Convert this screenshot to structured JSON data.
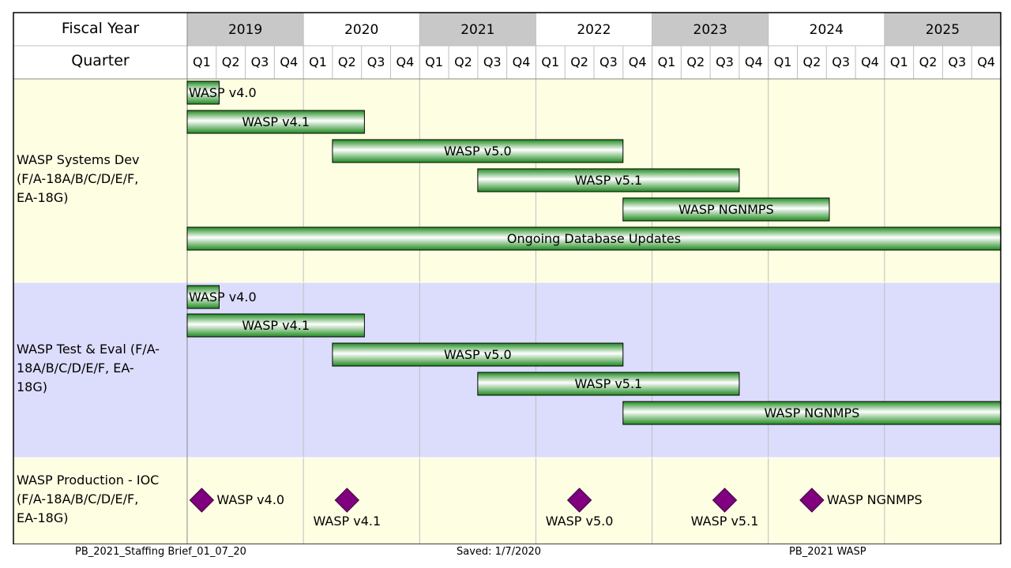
{
  "chart_data": {
    "type": "gantt",
    "header": {
      "fiscal_year_label": "Fiscal Year",
      "quarter_label": "Quarter",
      "years": [
        "2019",
        "2020",
        "2021",
        "2022",
        "2023",
        "2024",
        "2025"
      ],
      "quarters": [
        "Q1",
        "Q2",
        "Q3",
        "Q4"
      ]
    },
    "colors": {
      "year_band": "#c8c8c8",
      "section_yellow": "#fefee2",
      "section_lavender": "#dcdcfc",
      "bar_dark": "#1f8a1f",
      "bar_light": "#ffffff",
      "milestone": "#800080",
      "grid": "#bfbfbf",
      "border": "#000000"
    },
    "sections": [
      {
        "label_lines": [
          "WASP Systems Dev",
          "(F/A-18A/B/C/D/E/F,",
          "EA-18G)"
        ],
        "bars": [
          {
            "label": "WASP v4.0",
            "start": "2019 Q1",
            "end": "2019 Q2 (mid)"
          },
          {
            "label": "WASP v4.1",
            "start": "2019 Q1",
            "end": "2020 Q3 (mid)"
          },
          {
            "label": "WASP v5.0",
            "start": "2020 Q2 (start)",
            "end": "2022 Q3 (end)"
          },
          {
            "label": "WASP v5.1",
            "start": "2021 Q3 (start)",
            "end": "2023 Q4 (start)"
          },
          {
            "label": "WASP NGNMPS",
            "start": "2022 Q4 (start)",
            "end": "2024 Q3 (mid)"
          },
          {
            "label": "Ongoing Database Updates",
            "start": "2019 Q1",
            "end": "2025 Q4 (end)"
          }
        ]
      },
      {
        "label_lines": [
          "WASP Test & Eval (F/A-",
          "18A/B/C/D/E/F, EA-",
          "18G)"
        ],
        "bars": [
          {
            "label": "WASP v4.0",
            "start": "2019 Q1",
            "end": "2019 Q2 (mid)"
          },
          {
            "label": "WASP v4.1",
            "start": "2019 Q1",
            "end": "2020 Q3 (mid)"
          },
          {
            "label": "WASP v5.0",
            "start": "2020 Q2 (start)",
            "end": "2022 Q3 (end)"
          },
          {
            "label": "WASP v5.1",
            "start": "2021 Q3 (start)",
            "end": "2023 Q4 (start)"
          },
          {
            "label": "WASP NGNMPS",
            "start": "2022 Q4 (start)",
            "end": "2025 Q4 (end)"
          }
        ]
      },
      {
        "label_lines": [
          "WASP Production - IOC",
          "(F/A-18A/B/C/D/E/F,",
          "EA-18G)"
        ],
        "milestones": [
          {
            "label": "WASP v4.0",
            "date": "2019 Q1"
          },
          {
            "label": "WASP v4.1",
            "date": "2020 Q2"
          },
          {
            "label": "WASP v5.0",
            "date": "2022 Q2"
          },
          {
            "label": "WASP v5.1",
            "date": "2023 Q3"
          },
          {
            "label": "WASP NGNMPS",
            "date": "2024 Q2"
          }
        ]
      }
    ]
  },
  "footer": {
    "left": "PB_2021_Staffing Brief_01_07_20",
    "center": "Saved: 1/7/2020",
    "right": "PB_2021 WASP"
  }
}
